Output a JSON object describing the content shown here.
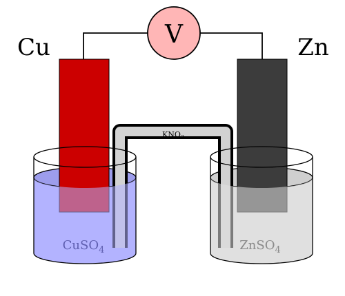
{
  "diagram": {
    "left_electrode": {
      "label": "Cu",
      "color": "#cc0000"
    },
    "right_electrode": {
      "label": "Zn",
      "color": "#3c3c3c"
    },
    "voltmeter": {
      "label": "V",
      "color": "#ffb6b6"
    },
    "salt_bridge": {
      "label_main": "KNO",
      "label_sub": "3"
    },
    "left_solution": {
      "label_main": "CuSO",
      "label_sub": "4",
      "color": "#b3b3ff",
      "text_color": "#5f5fb0"
    },
    "right_solution": {
      "label_main": "ZnSO",
      "label_sub": "4",
      "color": "#e0e0e0",
      "text_color": "#8a8a8a"
    }
  }
}
